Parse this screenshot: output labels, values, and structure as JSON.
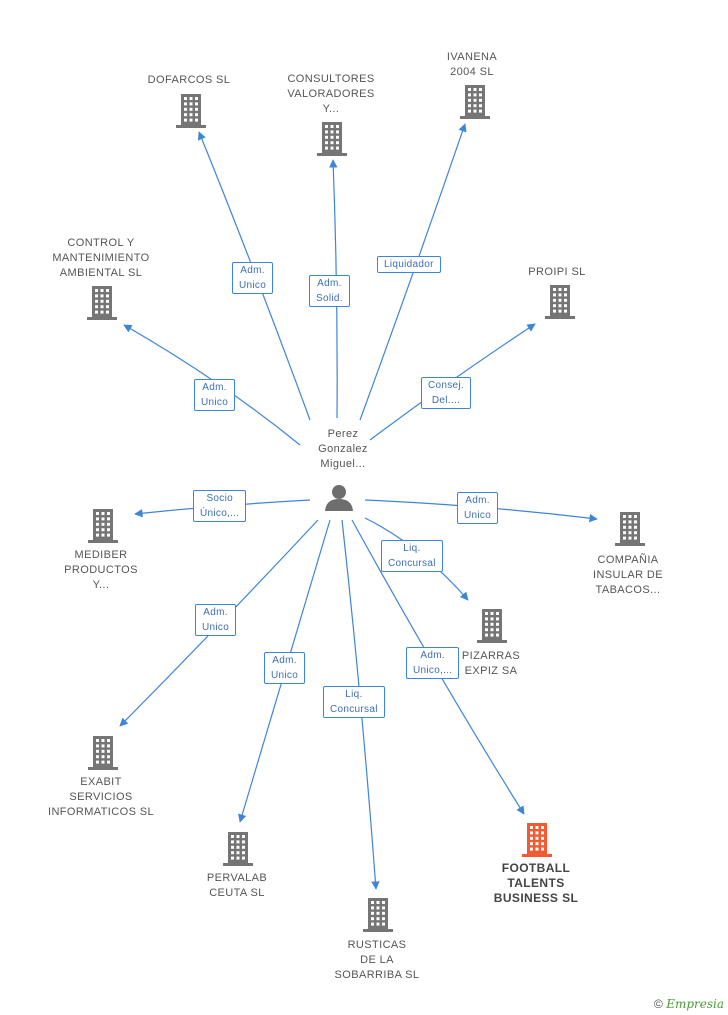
{
  "colors": {
    "edge": "#3d85d8",
    "company": "#757575",
    "focus_company": "#f25a31",
    "person": "#6e6e6e"
  },
  "person": {
    "label": "Perez\nGonzalez\nMiguel..."
  },
  "nodes": [
    {
      "id": "dofarcos",
      "label": "DOFARCOS SL",
      "focus": false
    },
    {
      "id": "consultores",
      "label": "CONSULTORES\nVALORADORES\nY...",
      "focus": false
    },
    {
      "id": "ivanena",
      "label": "IVANENA\n2004 SL",
      "focus": false
    },
    {
      "id": "control",
      "label": "CONTROL Y\nMANTENIMIENTO\nAMBIENTAL SL",
      "focus": false
    },
    {
      "id": "proipi",
      "label": "PROIPI SL",
      "focus": false
    },
    {
      "id": "mediber",
      "label": "MEDIBER\nPRODUCTOS\nY...",
      "focus": false
    },
    {
      "id": "compania",
      "label": "COMPAÑIA\nINSULAR DE\nTABACOS...",
      "focus": false
    },
    {
      "id": "pizarras",
      "label": "PIZARRAS\nEXPIZ SA",
      "focus": false
    },
    {
      "id": "exabit",
      "label": "EXABIT\nSERVICIOS\nINFORMATICOS SL",
      "focus": false
    },
    {
      "id": "pervalab",
      "label": "PERVALAB\nCEUTA SL",
      "focus": false
    },
    {
      "id": "rusticas",
      "label": "RUSTICAS\nDE LA\nSOBARRIBA SL",
      "focus": false
    },
    {
      "id": "football",
      "label": "FOOTBALL\nTALENTS\nBUSINESS SL",
      "focus": true
    }
  ],
  "edges": [
    {
      "to": "dofarcos",
      "label": "Adm.\nUnico"
    },
    {
      "to": "consultores",
      "label": "Adm.\nSolid."
    },
    {
      "to": "ivanena",
      "label": "Liquidador"
    },
    {
      "to": "control",
      "label": "Adm.\nUnico"
    },
    {
      "to": "proipi",
      "label": "Consej.\nDel...."
    },
    {
      "to": "mediber",
      "label": "Socio\nÚnico,..."
    },
    {
      "to": "compania",
      "label": "Adm.\nUnico"
    },
    {
      "to": "pizarras",
      "label": "Liq.\nConcursal"
    },
    {
      "to": "exabit",
      "label": "Adm.\nUnico"
    },
    {
      "to": "pervalab",
      "label": "Adm.\nUnico"
    },
    {
      "to": "rusticas",
      "label": "Liq.\nConcursal"
    },
    {
      "to": "football",
      "label": "Adm.\nUnico,..."
    }
  ],
  "footer": {
    "copyright": "©",
    "brand": "Empresia"
  }
}
